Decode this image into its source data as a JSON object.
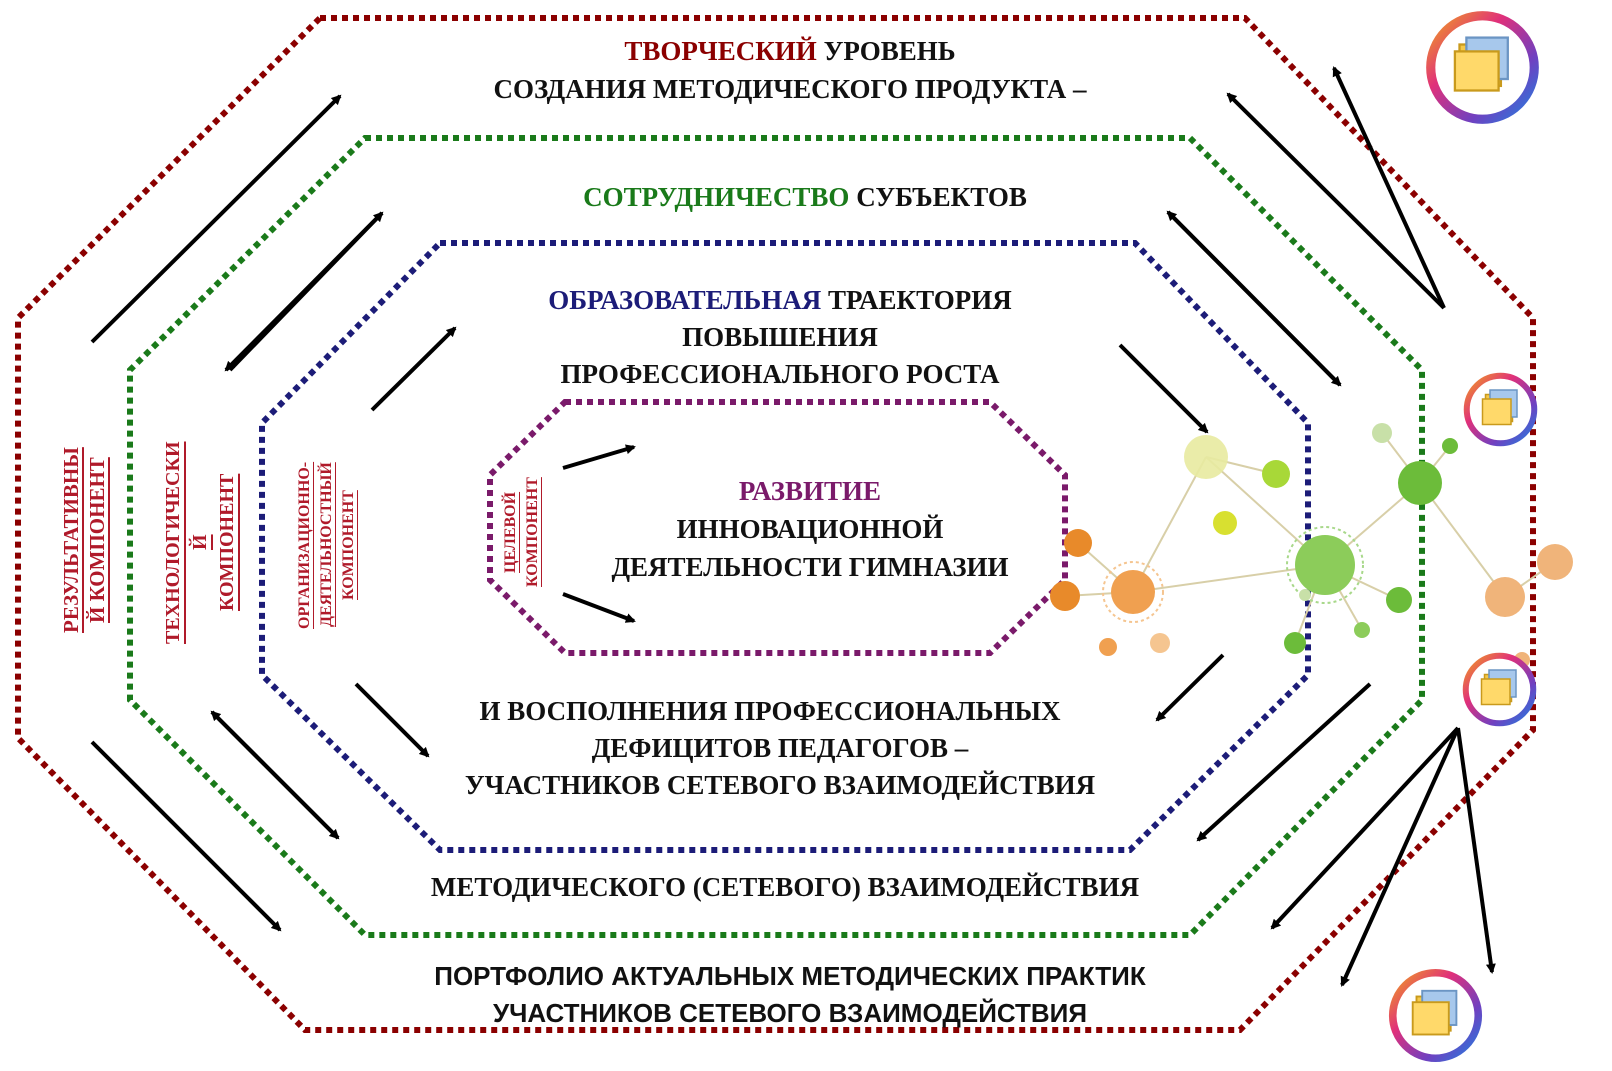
{
  "colors": {
    "creative": "#8b0000",
    "cooperation": "#1a7a1a",
    "educational": "#1c1c78",
    "development": "#7a1a6a",
    "component_labels": "#b01a2a",
    "arrows": "#000000"
  },
  "levels": {
    "creative": {
      "highlight": "ТВОРЧЕСКИЙ",
      "line1_rest": " УРОВЕНЬ",
      "line2": "СОЗДАНИЯ МЕТОДИЧЕСКОГО ПРОДУКТА –"
    },
    "cooperation": {
      "highlight": "СОТРУДНИЧЕСТВО",
      "line1_rest": " СУБЪЕКТОВ"
    },
    "educational": {
      "highlight": "ОБРАЗОВАТЕЛЬНАЯ",
      "line1_rest": " ТРАЕКТОРИЯ",
      "line2": "ПОВЫШЕНИЯ",
      "line3": "ПРОФЕССИОНАЛЬНОГО РОСТА"
    },
    "development": {
      "highlight": "РАЗВИТИЕ",
      "line2": "ИННОВАЦИОННОЙ",
      "line3": "ДЕЯТЕЛЬНОСТИ ГИМНАЗИИ"
    },
    "replenishment": {
      "line1": "И ВОСПОЛНЕНИЯ ПРОФЕССИОНАЛЬНЫХ",
      "line2": "ДЕФИЦИТОВ ПЕДАГОГОВ –",
      "line3": "УЧАСТНИКОВ СЕТЕВОГО ВЗАИМОДЕЙСТВИЯ"
    },
    "methodical": {
      "line1": "МЕТОДИЧЕСКОГО (СЕТЕВОГО) ВЗАИМОДЕЙСТВИЯ"
    },
    "portfolio": {
      "line1": "ПОРТФОЛИО АКТУАЛЬНЫХ МЕТОДИЧЕСКИХ ПРАКТИК",
      "line2": "УЧАСТНИКОВ СЕТЕВОГО ВЗАИМОДЕЙСТВИЯ"
    }
  },
  "components": {
    "resultative": {
      "line1": "РЕЗУЛЬТАТИВНЫ",
      "line2": "Й КОМПОНЕНТ"
    },
    "technological": {
      "line1": "ТЕХНОЛОГИЧЕСКИ",
      "line2": "Й",
      "line3": "КОМПОНЕНТ"
    },
    "organizational": {
      "line1": "ОРГАНИЗАЦИОННО-",
      "line2": "ДЕЯТЕЛЬНОСТНЫЙ",
      "line3": "КОМПОНЕНТ"
    },
    "target": {
      "line1": "ЦЕЛЕВОЙ",
      "line2": "КОМПОНЕНТ"
    }
  },
  "icons": [
    "folder-icon",
    "folder-icon",
    "folder-icon",
    "folder-icon"
  ]
}
